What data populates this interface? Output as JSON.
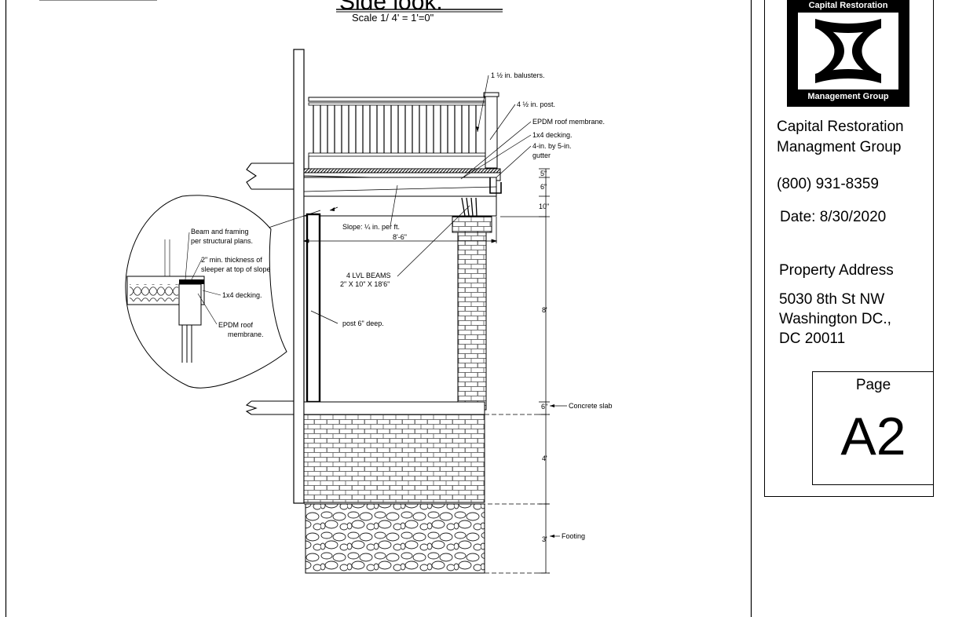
{
  "sheet": {
    "title": "Side look.",
    "scale": "Scale 1/ 4' = 1'=0\""
  },
  "callouts": {
    "balusters": "1 ½ in. balusters.",
    "post": "4 ½ in. post.",
    "epdm_membrane": "EPDM roof membrane.",
    "decking": "1x4 decking.",
    "gutter_line1": "4-in. by 5-in.",
    "gutter_line2": "gutter",
    "slope": "Slope: ¼ in. per ft.",
    "lvl_line1": "4 LVL BEAMS",
    "lvl_line2": "2\" X 10\" X 18'6\"",
    "post_deep": "post 6\" deep.",
    "concrete_slab": "Concrete slab",
    "footing": "Footing"
  },
  "dimensions": {
    "span": "8'-6\"",
    "d5": "5\"",
    "d6": "6\"",
    "d10": "10\"",
    "height8": "8'",
    "slab6": "6\"",
    "found4": "4'",
    "footing3": "3'"
  },
  "detail": {
    "beam_line1": "Beam and framing",
    "beam_line2": "per structural plans.",
    "sleeper_line1": "2\" min. thickness of",
    "sleeper_line2": "sleeper at top of slope",
    "decking": "1x4 decking.",
    "epdm_line1": "EPDM roof",
    "epdm_line2": "membrane."
  },
  "title_block": {
    "logo_top": "Capital Restoration",
    "logo_bottom": "Management Group",
    "company_line1": "Capital Restoration",
    "company_line2": "Managment Group",
    "phone": "(800) 931-8359",
    "date": "Date: 8/30/2020",
    "address_heading": "Property Address",
    "address_line1": "5030 8th St NW",
    "address_line2": "Washington DC.,",
    "address_line3": "DC 20011",
    "page_label": "Page",
    "page_number": "A2"
  },
  "icons": {
    "logo_mark": "interlocking-arcs-logo-icon"
  }
}
